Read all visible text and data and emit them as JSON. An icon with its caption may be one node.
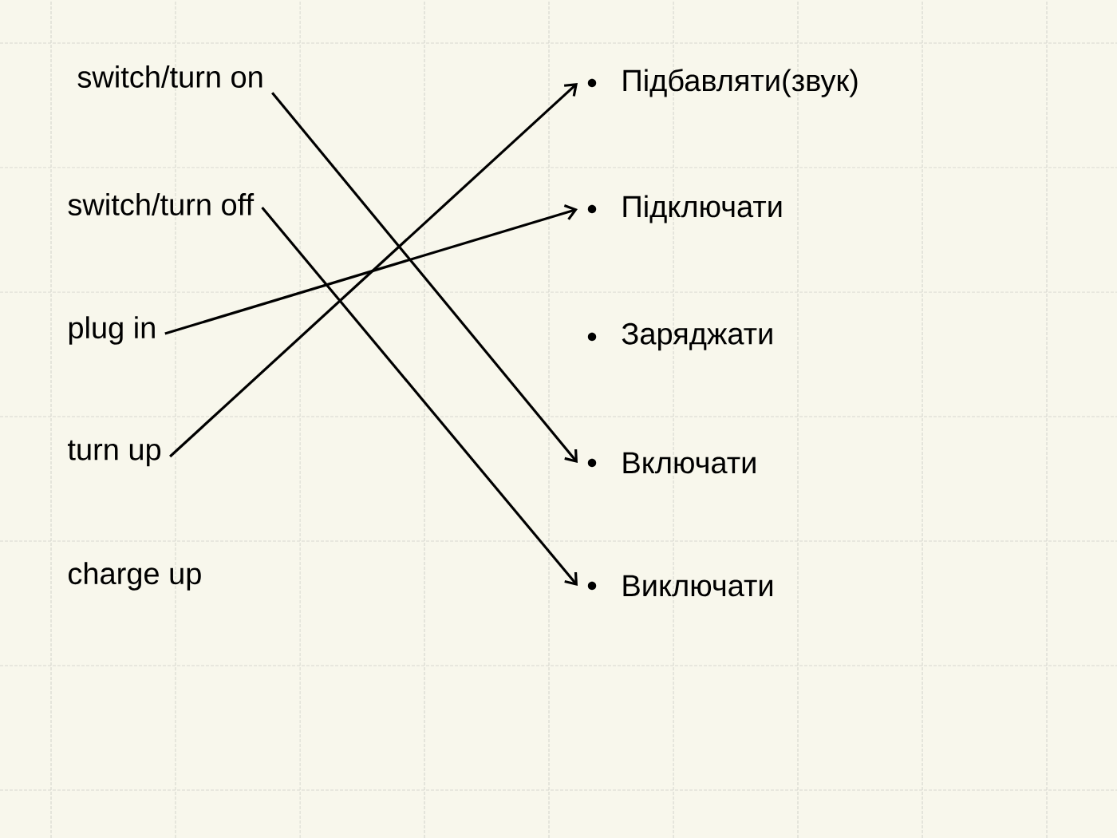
{
  "diagram": {
    "nodes": [
      {
        "text": [
          "switch/turn on"
        ]
      },
      {
        "text": [
          "switch/turn off"
        ]
      },
      {
        "text": [
          "plug in"
        ]
      },
      {
        "text": [
          "turn up"
        ]
      },
      {
        "text": [
          "charge up"
        ]
      },
      {
        "text": [
          "Підбавляти(звук)"
        ]
      },
      {
        "text": [
          "Підключати"
        ]
      },
      {
        "text": [
          "Заряджати"
        ]
      },
      {
        "text": [
          "Включати"
        ]
      },
      {
        "text": [
          "Виключати"
        ]
      }
    ],
    "edges": [
      {
        "from": 0,
        "to": 8,
        "arrow": "to"
      },
      {
        "from": 1,
        "to": 9,
        "arrow": "to"
      },
      {
        "from": 2,
        "to": 6,
        "arrow": "to"
      },
      {
        "from": 3,
        "to": 5,
        "arrow": "to"
      }
    ]
  }
}
